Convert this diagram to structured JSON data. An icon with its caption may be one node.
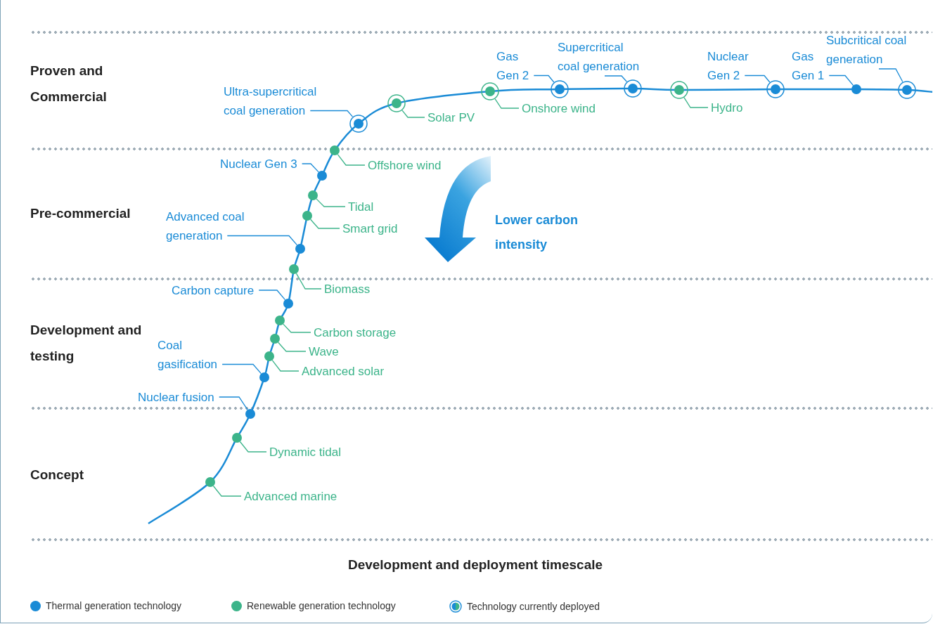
{
  "diagram": {
    "nodes": [
      {
        "text": [
          "Advanced marine"
        ]
      },
      {
        "text": [],
        "shape": "circle"
      },
      {
        "text": [
          "Dynamic tidal"
        ]
      },
      {
        "text": [],
        "shape": "circle"
      },
      {
        "text": [
          "Nuclear fusion"
        ]
      },
      {
        "text": [],
        "shape": "circle"
      },
      {
        "text": [
          "Coal gasification"
        ]
      },
      {
        "text": [],
        "shape": "circle"
      },
      {
        "text": [
          "Advanced solar"
        ]
      },
      {
        "text": [],
        "shape": "circle"
      },
      {
        "text": [
          "Wave"
        ]
      },
      {
        "text": [],
        "shape": "circle"
      },
      {
        "text": [
          "Carbon storage"
        ]
      },
      {
        "text": [],
        "shape": "circle"
      },
      {
        "text": [
          "Carbon capture"
        ]
      },
      {
        "text": [],
        "shape": "circle"
      },
      {
        "text": [
          "Biomass"
        ]
      },
      {
        "text": [],
        "shape": "circle"
      },
      {
        "text": [
          "Advanced coal generation"
        ]
      },
      {
        "text": [],
        "shape": "circle"
      },
      {
        "text": [
          "Smart grid"
        ]
      },
      {
        "text": [],
        "shape": "circle"
      },
      {
        "text": [
          "Tidal"
        ]
      },
      {
        "text": [],
        "shape": "circle"
      },
      {
        "text": [
          "Nuclear Gen 3"
        ]
      },
      {
        "text": [],
        "shape": "circle"
      },
      {
        "text": [
          "Offshore wind"
        ]
      },
      {
        "text": [],
        "shape": "circle"
      },
      {
        "text": [
          "Ultra-supercritical coal generation"
        ]
      },
      {
        "text": [],
        "shape": "ring"
      },
      {
        "text": [
          "Solar PV"
        ]
      },
      {
        "text": [],
        "shape": "ring"
      },
      {
        "text": [
          "Onshore wind"
        ]
      },
      {
        "text": [],
        "shape": "ring"
      },
      {
        "text": [
          "Gas Gen 2"
        ]
      },
      {
        "text": [],
        "shape": "ring"
      },
      {
        "text": [
          "Supercritical coal generation"
        ]
      },
      {
        "text": [],
        "shape": "ring"
      },
      {
        "text": [
          "Hydro"
        ]
      },
      {
        "text": [],
        "shape": "ring"
      },
      {
        "text": [
          "Nuclear Gen 2"
        ]
      },
      {
        "text": [],
        "shape": "ring"
      },
      {
        "text": [
          "Gas Gen 1"
        ]
      },
      {
        "text": [],
        "shape": "circle"
      },
      {
        "text": [
          "Subcritical coal generation"
        ]
      },
      {
        "text": [],
        "shape": "ring"
      }
    ],
    "edges": [
      {
        "from": 0,
        "to": 1,
        "arrow": "none"
      },
      {
        "from": 2,
        "to": 3,
        "arrow": "none"
      },
      {
        "from": 4,
        "to": 5,
        "arrow": "none",
        "color": "#1a8bd6"
      },
      {
        "from": 6,
        "to": 7,
        "arrow": "none",
        "color": "#1a8bd6"
      },
      {
        "from": 8,
        "to": 9,
        "arrow": "none"
      },
      {
        "from": 10,
        "to": 11,
        "arrow": "none"
      },
      {
        "from": 12,
        "to": 13,
        "arrow": "none"
      },
      {
        "from": 14,
        "to": 15,
        "arrow": "none",
        "color": "#1a8bd6"
      },
      {
        "from": 16,
        "to": 17,
        "arrow": "none"
      },
      {
        "from": 18,
        "to": 19,
        "arrow": "none",
        "color": "#1a8bd6"
      },
      {
        "from": 20,
        "to": 21,
        "arrow": "none"
      },
      {
        "from": 22,
        "to": 23,
        "arrow": "none"
      },
      {
        "from": 24,
        "to": 25,
        "arrow": "none",
        "color": "#1a8bd6"
      },
      {
        "from": 26,
        "to": 27,
        "arrow": "none"
      },
      {
        "from": 28,
        "to": 29,
        "arrow": "none",
        "color": "#1a8bd6"
      },
      {
        "from": 30,
        "to": 31,
        "arrow": "none"
      },
      {
        "from": 32,
        "to": 33,
        "arrow": "none"
      },
      {
        "from": 34,
        "to": 35,
        "arrow": "none",
        "color": "#1a8bd6"
      },
      {
        "from": 36,
        "to": 37,
        "arrow": "none",
        "color": "#1a8bd6"
      },
      {
        "from": 38,
        "to": 39,
        "arrow": "none"
      },
      {
        "from": 40,
        "to": 41,
        "arrow": "none",
        "color": "#1a8bd6"
      },
      {
        "from": 42,
        "to": 43,
        "arrow": "none",
        "color": "#1a8bd6"
      },
      {
        "from": 44,
        "to": 45,
        "arrow": "none",
        "color": "#1a8bd6"
      }
    ],
    "labels": [
      "Proven and Commercial",
      "Pre-commercial",
      "Development and testing",
      "Concept",
      "Lower carbon intensity",
      "Development and deployment timescale"
    ],
    "legend": [
      {
        "text": "Thermal generation technology",
        "color": "#1a8bd6"
      },
      {
        "text": "Renewable generation technology",
        "color": "#3cb48a"
      },
      {
        "text": "Technology currently deployed"
      }
    ]
  }
}
